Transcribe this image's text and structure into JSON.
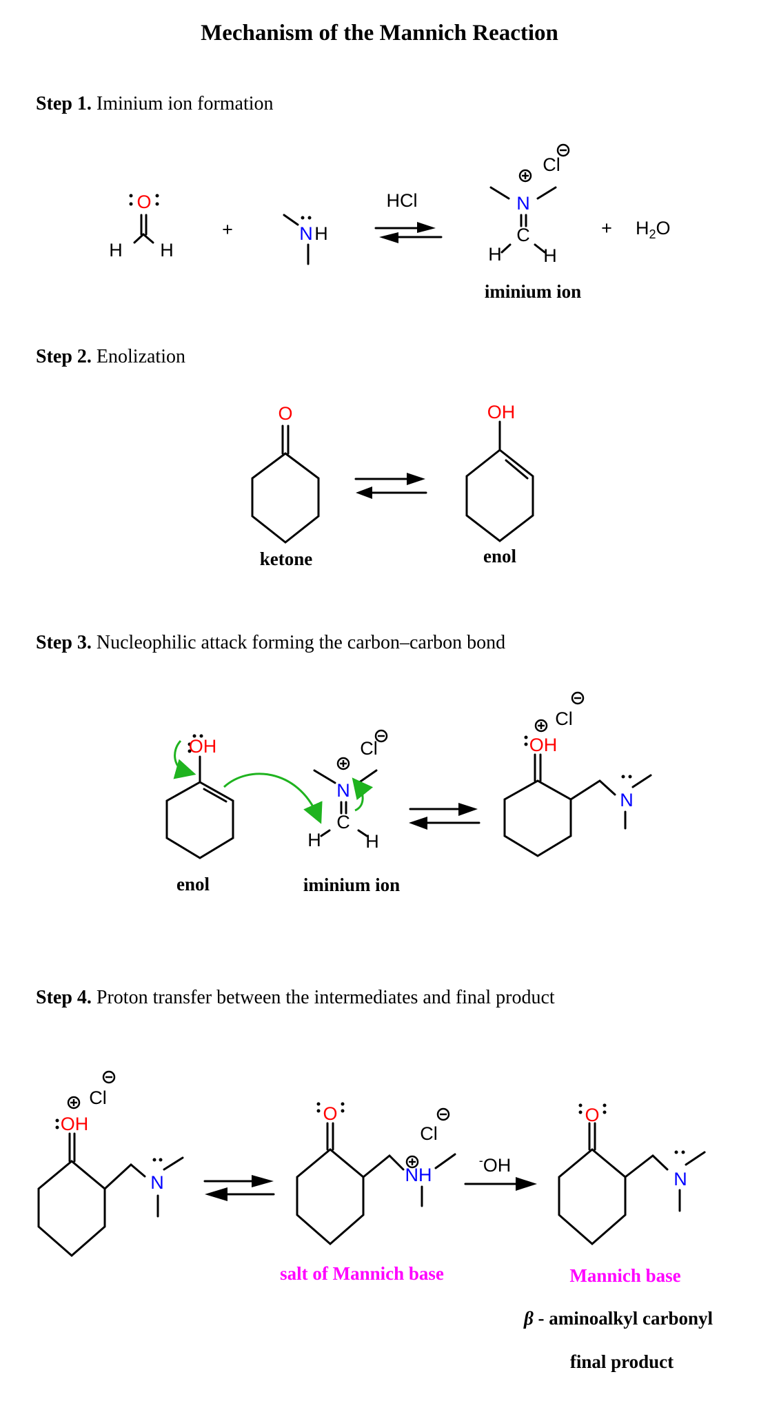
{
  "title": "Mechanism of the Mannich Reaction",
  "colors": {
    "oxygen": "#ff0000",
    "nitrogen": "#0000ff",
    "arrow_curved": "#1fb31f",
    "product_label": "#ff00ff",
    "bond": "#000000"
  },
  "steps": [
    {
      "number": "Step 1.",
      "text": "Iminium ion formation"
    },
    {
      "number": "Step 2.",
      "text": "Enolization"
    },
    {
      "number": "Step 3.",
      "text": "Nucleophilic attack forming the carbon–carbon bond"
    },
    {
      "number": "Step 4.",
      "text": "Proton transfer between the intermediates and final product"
    }
  ],
  "step1": {
    "formaldehyde": {
      "O": "O",
      "H1": "H",
      "H2": "H"
    },
    "plus1": "+",
    "amine": {
      "N": "N",
      "H": "H"
    },
    "reagent": "HCl",
    "iminium": {
      "N": "N",
      "C": "C",
      "H1": "H",
      "H2": "H",
      "Cl": "Cl"
    },
    "plus2": "+",
    "water": {
      "H": "H",
      "sub": "2",
      "O": "O"
    },
    "label": "iminium ion"
  },
  "step2": {
    "ketone": {
      "O": "O",
      "label": "ketone"
    },
    "enol": {
      "OH": "OH",
      "label": "enol"
    }
  },
  "step3": {
    "enol": {
      "OH": "OH",
      "label": "enol"
    },
    "iminium": {
      "N": "N",
      "C": "C",
      "H1": "H",
      "H2": "H",
      "Cl": "Cl",
      "label": "iminium ion"
    },
    "product": {
      "OH": "OH",
      "Cl": "Cl",
      "N": "N"
    }
  },
  "step4": {
    "intermediate": {
      "OH": "OH",
      "Cl": "Cl",
      "N": "N"
    },
    "salt": {
      "O": "O",
      "Cl": "Cl",
      "NH": "NH",
      "label": "salt of Mannich base"
    },
    "reagent": "OH",
    "reagent_charge": "-",
    "product": {
      "O": "O",
      "N": "N",
      "label": "Mannich base",
      "sublabel_symbol": "β",
      "sublabel": "- aminoalkyl carbonyl",
      "final": "final product"
    }
  }
}
